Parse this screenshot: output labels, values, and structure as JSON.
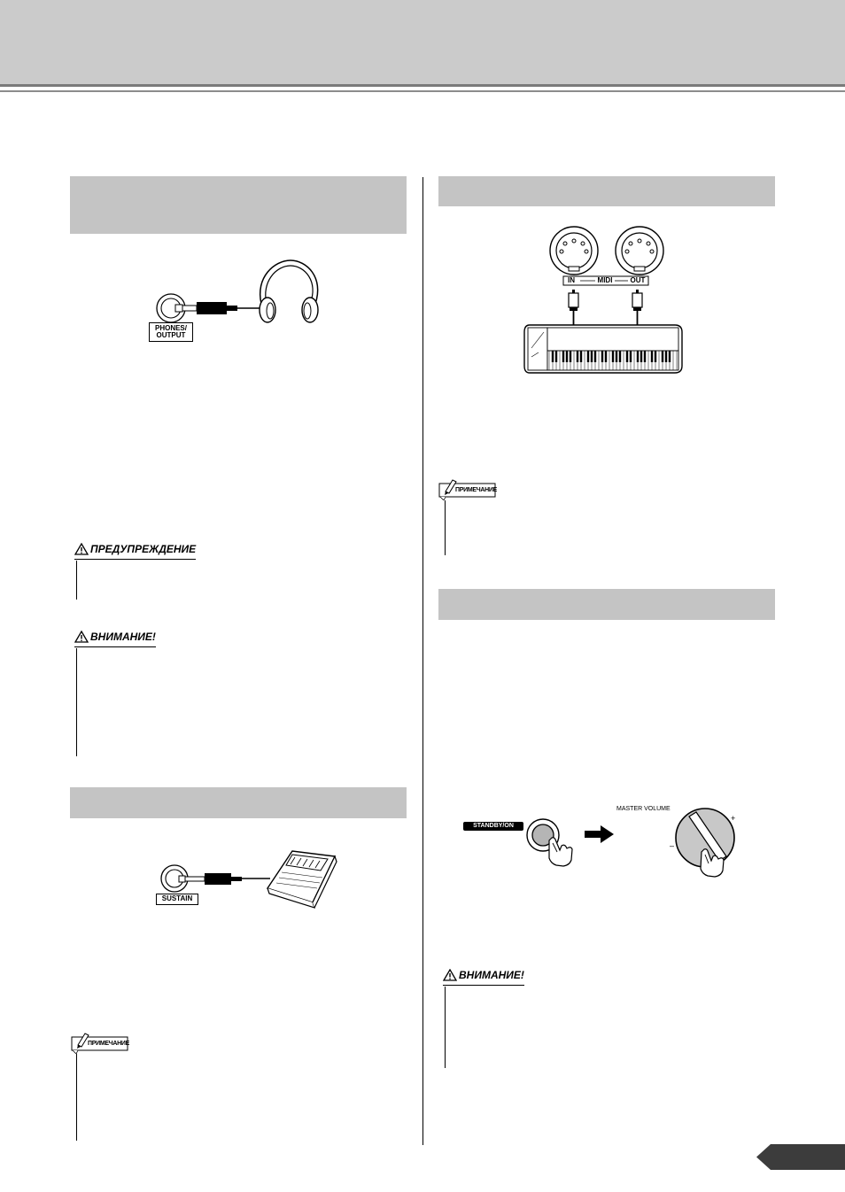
{
  "labels": {
    "phones_output_line1": "PHONES/",
    "phones_output_line2": "OUTPUT",
    "sustain": "SUSTAIN",
    "midi_in": "IN",
    "midi": "MIDI",
    "midi_out": "OUT",
    "standby_on": "STANDBY/ON",
    "master_volume": "MASTER VOLUME",
    "plus": "+",
    "minus": "–"
  },
  "warnings": {
    "predupr": "ПРЕДУПРЕЖДЕНИЕ",
    "vnimanie_left": "ВНИМАНИЕ!",
    "vnimanie_right": "ВНИМАНИЕ!"
  },
  "notes": {
    "left": "ПРИМЕЧАНИЕ",
    "right": "ПРИМЕЧАНИЕ"
  },
  "icons": {
    "headphones": "headphones-icon",
    "pedal": "footswitch-icon",
    "keyboard": "keyboard-icon",
    "finger": "finger-icon"
  },
  "colors": {
    "header_band": "#cbcbcb",
    "section_bar": "#c4c4c4",
    "page_tab": "#3c3c3c"
  }
}
